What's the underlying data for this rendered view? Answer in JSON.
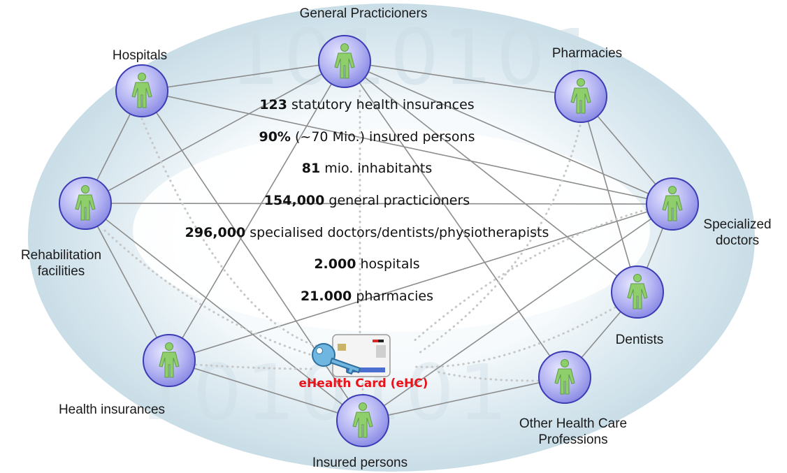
{
  "nodes": {
    "general_practicioners": "General Practicioners",
    "hospitals": "Hospitals",
    "pharmacies": "Pharmacies",
    "rehabilitation_facilities": "Rehabilitation\nfacilities",
    "specialized_doctors": "Specialized\ndoctors",
    "dentists": "Dentists",
    "health_insurances": "Health insurances",
    "other_health_care_professions": "Other Health Care\nProfessions",
    "insured_persons": "Insured persons"
  },
  "stats": [
    {
      "value": "123",
      "text": "statutory health insurances"
    },
    {
      "value": "90%",
      "text": "(~70 Mio.) insured persons"
    },
    {
      "value": "81",
      "text": "mio. inhabitants"
    },
    {
      "value": "154,000",
      "text": "general practicioners"
    },
    {
      "value": "296,000",
      "text": "specialised doctors/dentists/physiotherapists"
    },
    {
      "value": "2.000",
      "text": "hospitals"
    },
    {
      "value": "21.000",
      "text": "pharmacies"
    }
  ],
  "ehc": {
    "label": "eHealth Card (eHC)",
    "label_color": "#e8141b"
  },
  "background_text": "1010101",
  "colors": {
    "node_fill": "#a9a9f0",
    "node_stroke": "#3c3cb4",
    "person_fill": "#8fcf6b",
    "edge": "#8c8c8c",
    "ellipse": "#d6e6ee"
  }
}
